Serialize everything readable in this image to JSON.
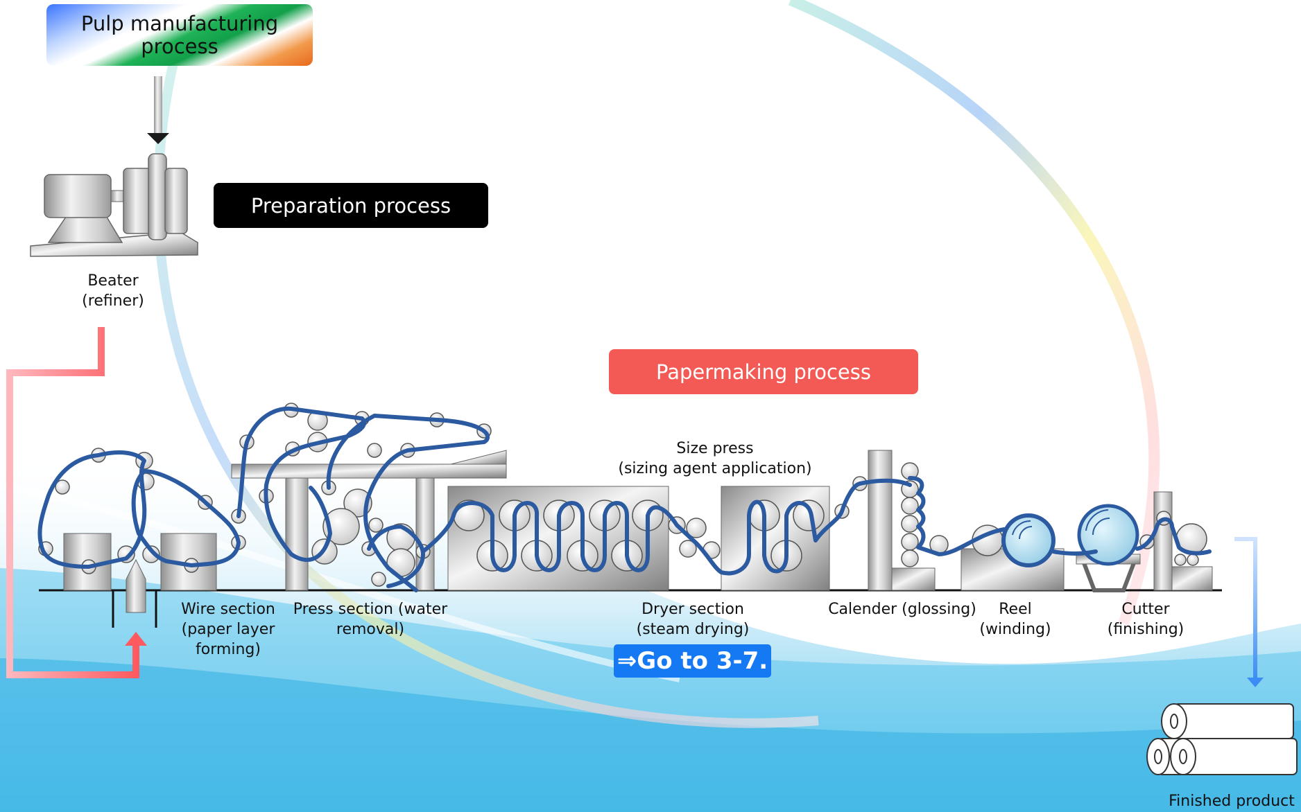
{
  "badges": {
    "pulp_manufacturing": "Pulp manufacturing\nprocess",
    "preparation": "Preparation process",
    "papermaking": "Papermaking process"
  },
  "link": {
    "goto": "⇒Go to 3-7."
  },
  "labels": {
    "beater": "Beater\n(refiner)",
    "wire_section": "Wire section\n(paper layer\nforming)",
    "press_section": "Press section (water\nremoval)",
    "size_press": "Size press\n(sizing agent application)",
    "dryer_section": "Dryer section\n(steam drying)",
    "calender": "Calender (glossing)",
    "reel": "Reel\n(winding)",
    "cutter": "Cutter\n(finishing)",
    "finished_product": "Finished product"
  },
  "colors": {
    "felt_line": "#2b5aa0",
    "process_flow": "#f45a55",
    "product_flow": "#3b8cf5",
    "link_bg": "#1479f2"
  }
}
